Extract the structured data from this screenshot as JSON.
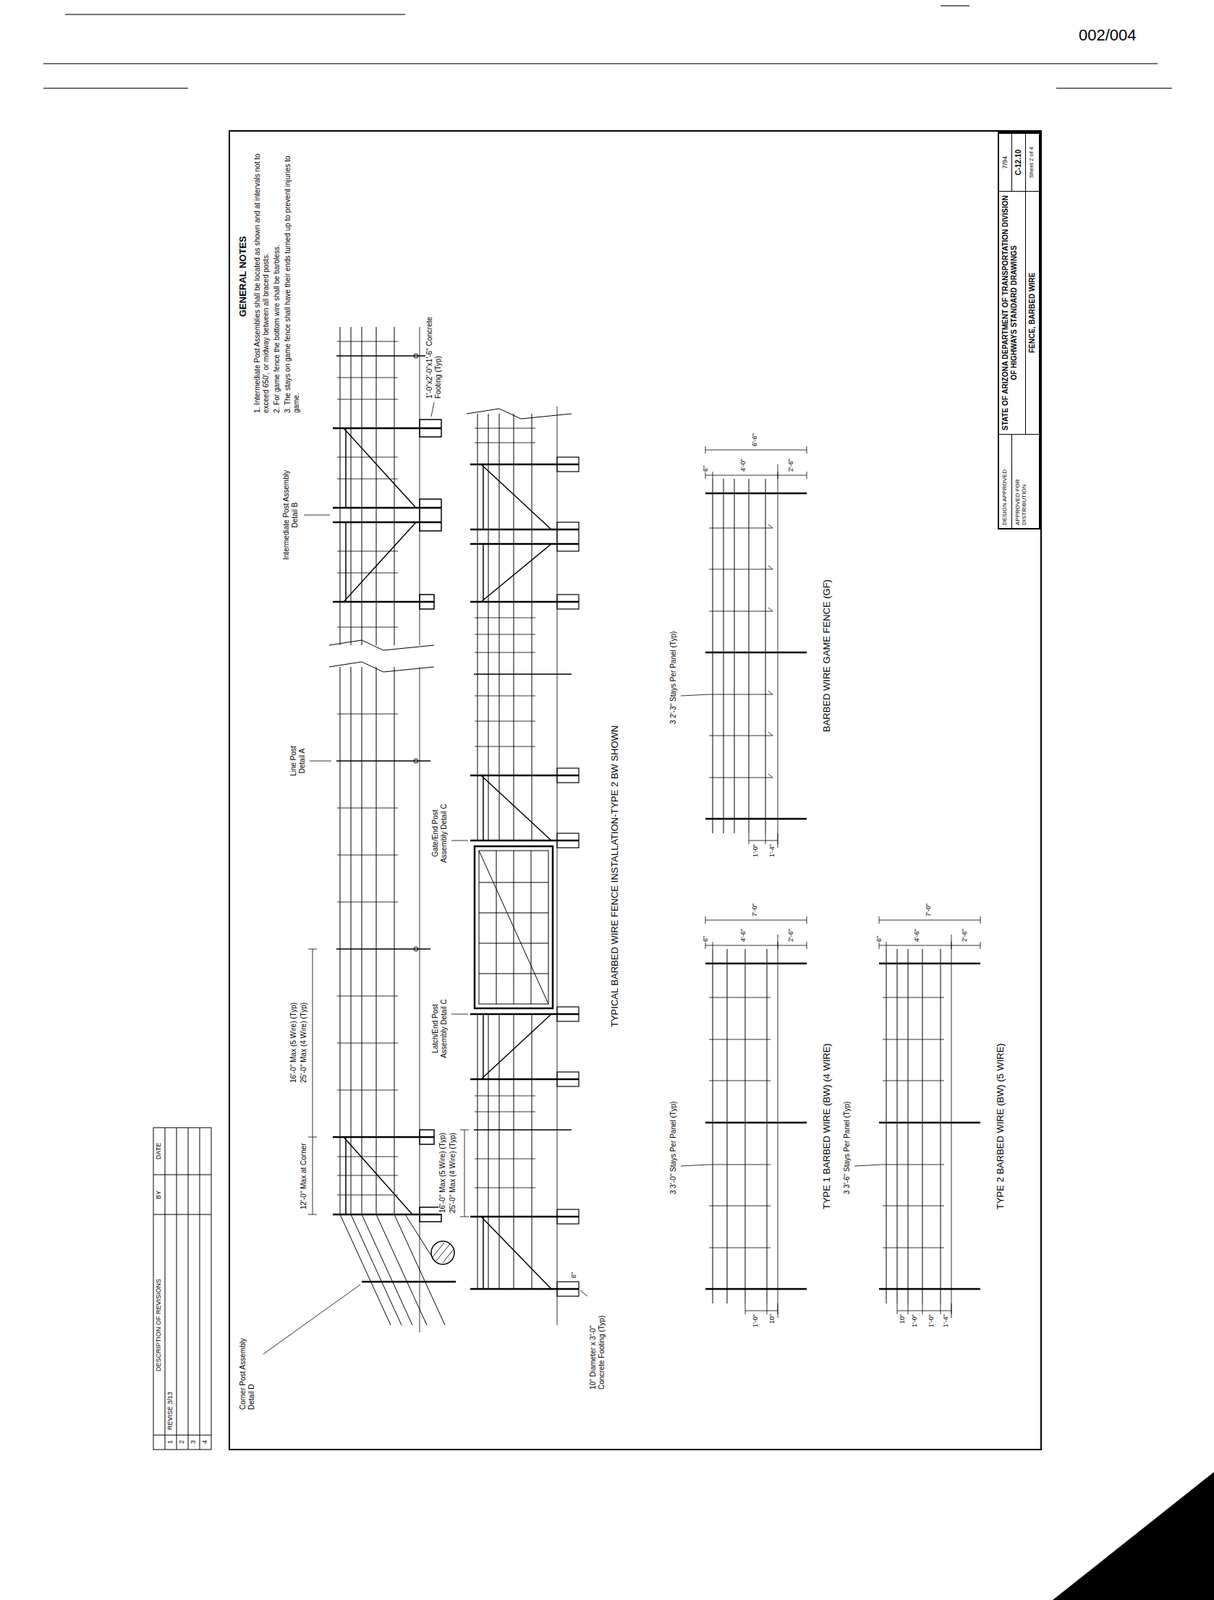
{
  "diagram": {
    "nodes": [
      {
        "text": [
          "DESIGN APPROVED",
          "APPROVED FOR DISTRIBUTION",
          "STATE OF ARIZONA DEPARTMENT OF TRANSPORTATION DIVISION OF HIGHWAYS STANDARD DRAWINGS",
          "7/94",
          "FENCE, BARBED WIRE",
          "C-12.10",
          "Sheet 2 of 4"
        ]
      }
    ],
    "labels": [
      "002/004",
      "GENERAL NOTES",
      "1. Intermediate Post Assemblies shall be located as shown and at intervals not to exceed 650', or midway between all braced posts.",
      "2. For game fence the bottom wire shall be barbless.",
      "3. The stays on game fence shall have their ends turned up to prevent injuries to game.",
      "Corner Post Assembly Detail D",
      "12'-0\" Max at Corner",
      "16'-0\" Max (5 Wire) (Typ)",
      "25'-0\" Max (4 Wire) (Typ)",
      "Line Post Detail A",
      "Intermediate Post Assembly Detail B",
      "1'-0\"x2'-0\"x1'-6\" Concrete Footing (Typ)",
      "16'-0\" Max (5 Wire) (Typ)",
      "25'-0\" Max (4 Wire) (Typ)",
      "Latch/End Post Assembly Detail C",
      "Gate/End Post Assembly Detail C",
      "10\" Diameter x 3'-0\" Concrete Footing (Typ)",
      "6\"",
      "TYPICAL BARBED WIRE FENCE INSTALLATION-TYPE 2 BW SHOWN",
      "3 3'-0\" Stays Per Panel (Typ)",
      "TYPE 1 BARBED WIRE (BW) (4 WIRE)",
      "6\"",
      "4'-6\"",
      "2'-6\"",
      "7'-0\"",
      "1'-0\"",
      "10\"",
      "3 2'-3\" Stays Per Panel (Typ)",
      "BARBED WIRE GAME FENCE (GF)",
      "6\"",
      "4'-0\"",
      "2'-6\"",
      "6'-6\"",
      "1'-0\"",
      "1'-4\"",
      "3 3'-6\" Stays Per Panel (Typ)",
      "TYPE 2 BARBED WIRE (BW) (5 WIRE)",
      "6\"",
      "4'-6\"",
      "2'-6\"",
      "7'-0\"",
      "10\"",
      "1'-0\"",
      "1'-0\"",
      "1'-4\"",
      "DESCRIPTION OF REVISIONS",
      "BY",
      "DATE",
      "1",
      "REVISE 3/13",
      "2",
      "3",
      "4"
    ]
  }
}
